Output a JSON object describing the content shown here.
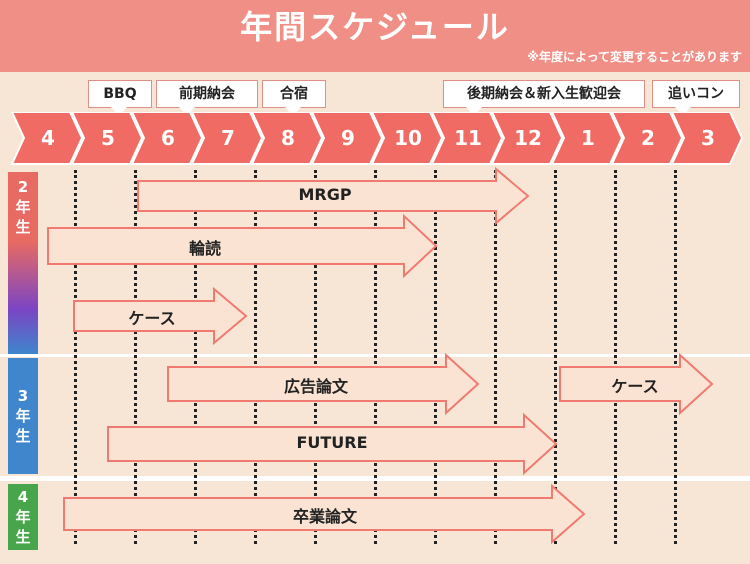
{
  "header": {
    "title": "年間スケジュール",
    "note": "※年度によって変更することがあります"
  },
  "events": [
    {
      "label": "BBQ"
    },
    {
      "label": "前期納会"
    },
    {
      "label": "合宿"
    },
    {
      "label": "後期納会＆新入生歓迎会"
    },
    {
      "label": "追いコン"
    }
  ],
  "months": [
    "4",
    "5",
    "6",
    "7",
    "8",
    "9",
    "10",
    "11",
    "12",
    "1",
    "2",
    "3"
  ],
  "grades": [
    {
      "chars": [
        "2",
        "年",
        "生"
      ]
    },
    {
      "chars": [
        "3",
        "年",
        "生"
      ]
    },
    {
      "chars": [
        "4",
        "年",
        "生"
      ]
    }
  ],
  "bars": [
    {
      "label": "MRGP"
    },
    {
      "label": "輪読"
    },
    {
      "label": "ケース"
    },
    {
      "label": "広告論文"
    },
    {
      "label": "ケース"
    },
    {
      "label": "FUTURE"
    },
    {
      "label": "卒業論文"
    }
  ],
  "colors": {
    "header": "#f08f86",
    "month_arrow": "#ef6b63",
    "bar_fill": "#fbe3d3",
    "bar_stroke": "#f07a70",
    "grade2": "#e76a63",
    "grade3": "#3f86cc",
    "grade4": "#49a54c"
  }
}
